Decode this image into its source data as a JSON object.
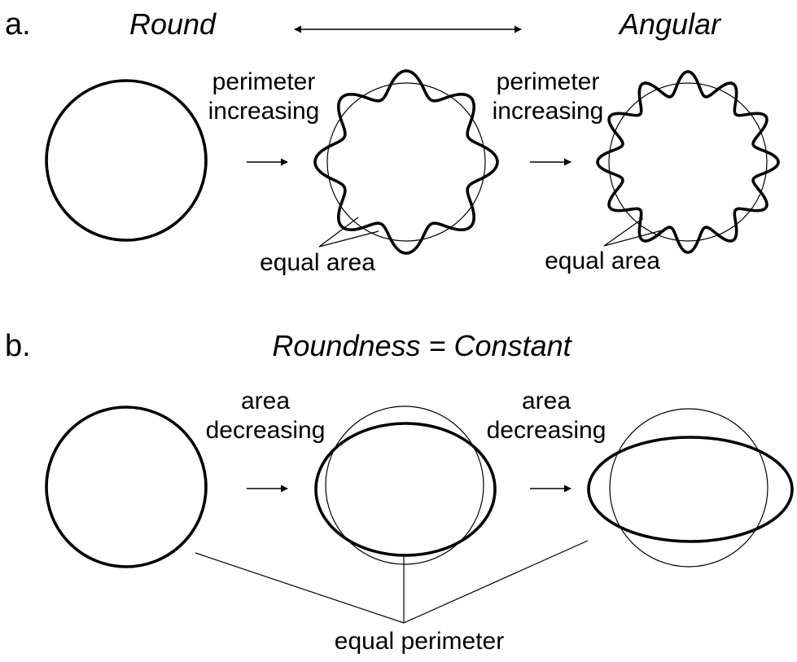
{
  "panel_a": {
    "label": "a.",
    "left_heading": "Round",
    "right_heading": "Angular",
    "step1_line1": "perimeter",
    "step1_line2": "increasing",
    "step2_line1": "perimeter",
    "step2_line2": "increasing",
    "note1": "equal area",
    "note2": "equal area",
    "shape2_lobes": 8,
    "shape3_lobes": 12
  },
  "panel_b": {
    "label": "b.",
    "heading": "Roundness = Constant",
    "step1_line1": "area",
    "step1_line2": "decreasing",
    "step2_line1": "area",
    "step2_line2": "decreasing",
    "note": "equal  perimeter"
  }
}
